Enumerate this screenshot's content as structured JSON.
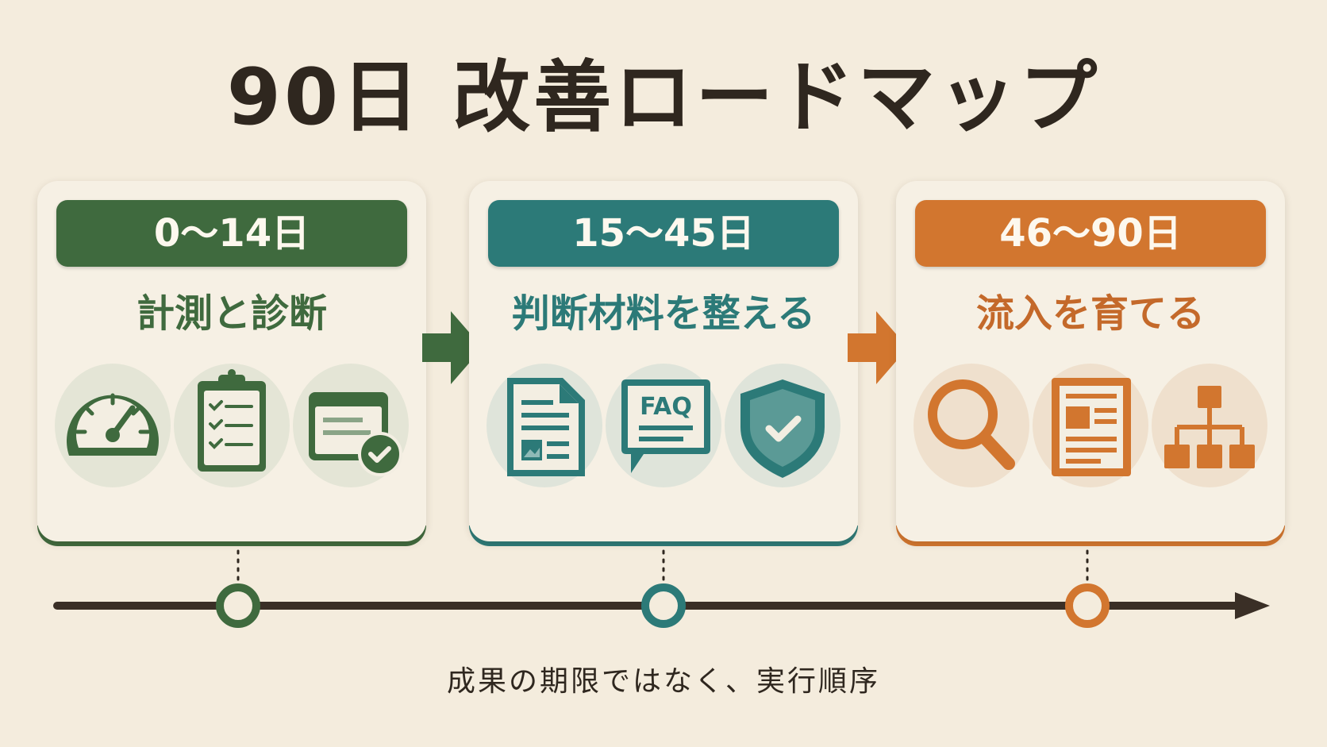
{
  "title": "90日 改善ロードマップ",
  "phases": [
    {
      "period": "0〜14日",
      "heading": "計測と診断",
      "color": "#3f6a3e",
      "icons": [
        "gauge-icon",
        "checklist-clipboard-icon",
        "window-check-icon"
      ]
    },
    {
      "period": "15〜45日",
      "heading": "判断材料を整える",
      "color": "#2c7a78",
      "icons": [
        "document-icon",
        "faq-bubble-icon",
        "shield-check-icon"
      ]
    },
    {
      "period": "46〜90日",
      "heading": "流入を育てる",
      "color": "#d2762f",
      "icons": [
        "magnifier-icon",
        "article-icon",
        "sitemap-icon"
      ]
    }
  ],
  "caption": "成果の期限ではなく、実行順序",
  "colors": {
    "background": "#f4ecdd",
    "text": "#2f271f"
  }
}
